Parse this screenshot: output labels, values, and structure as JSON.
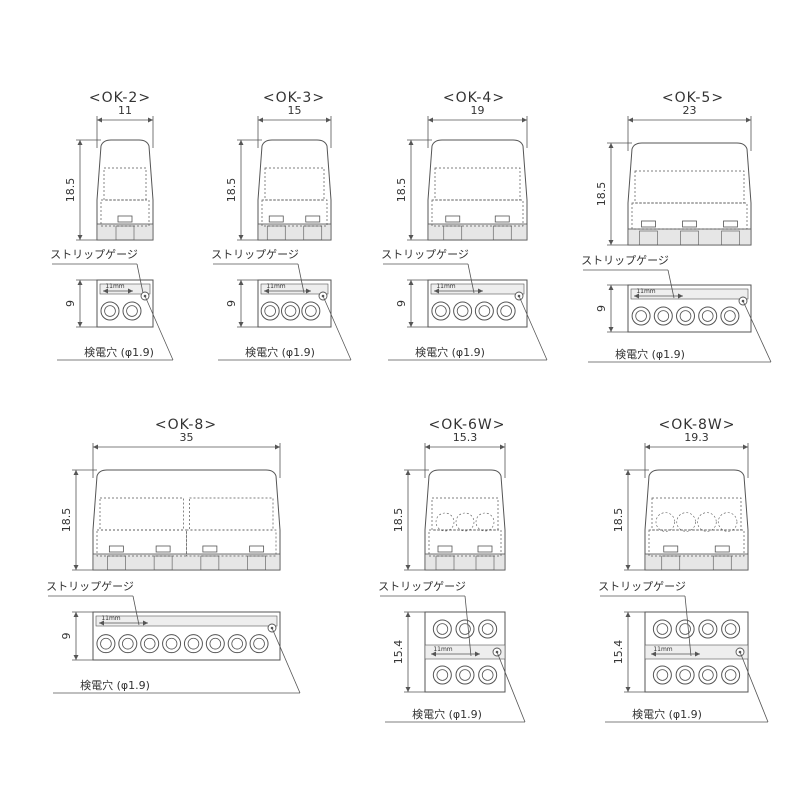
{
  "labels": {
    "strip_gauge": "ストリップゲージ",
    "test_hole": "検電穴 (φ1.9)",
    "strip_length": "11mm"
  },
  "panels": [
    {
      "title": "<OK-2>",
      "width": "11",
      "height": "18.5",
      "depth": "9",
      "poles": 2,
      "rows": 1
    },
    {
      "title": "<OK-3>",
      "width": "15",
      "height": "18.5",
      "depth": "9",
      "poles": 3,
      "rows": 1
    },
    {
      "title": "<OK-4>",
      "width": "19",
      "height": "18.5",
      "depth": "9",
      "poles": 4,
      "rows": 1
    },
    {
      "title": "<OK-5>",
      "width": "23",
      "height": "18.5",
      "depth": "9",
      "poles": 5,
      "rows": 1
    },
    {
      "title": "<OK-8>",
      "width": "35",
      "height": "18.5",
      "depth": "9",
      "poles": 8,
      "rows": 1
    },
    {
      "title": "<OK-6W>",
      "width": "15.3",
      "height": "18.5",
      "depth": "15.4",
      "poles": 3,
      "rows": 2
    },
    {
      "title": "<OK-8W>",
      "width": "19.3",
      "height": "18.5",
      "depth": "15.4",
      "poles": 4,
      "rows": 2
    }
  ]
}
